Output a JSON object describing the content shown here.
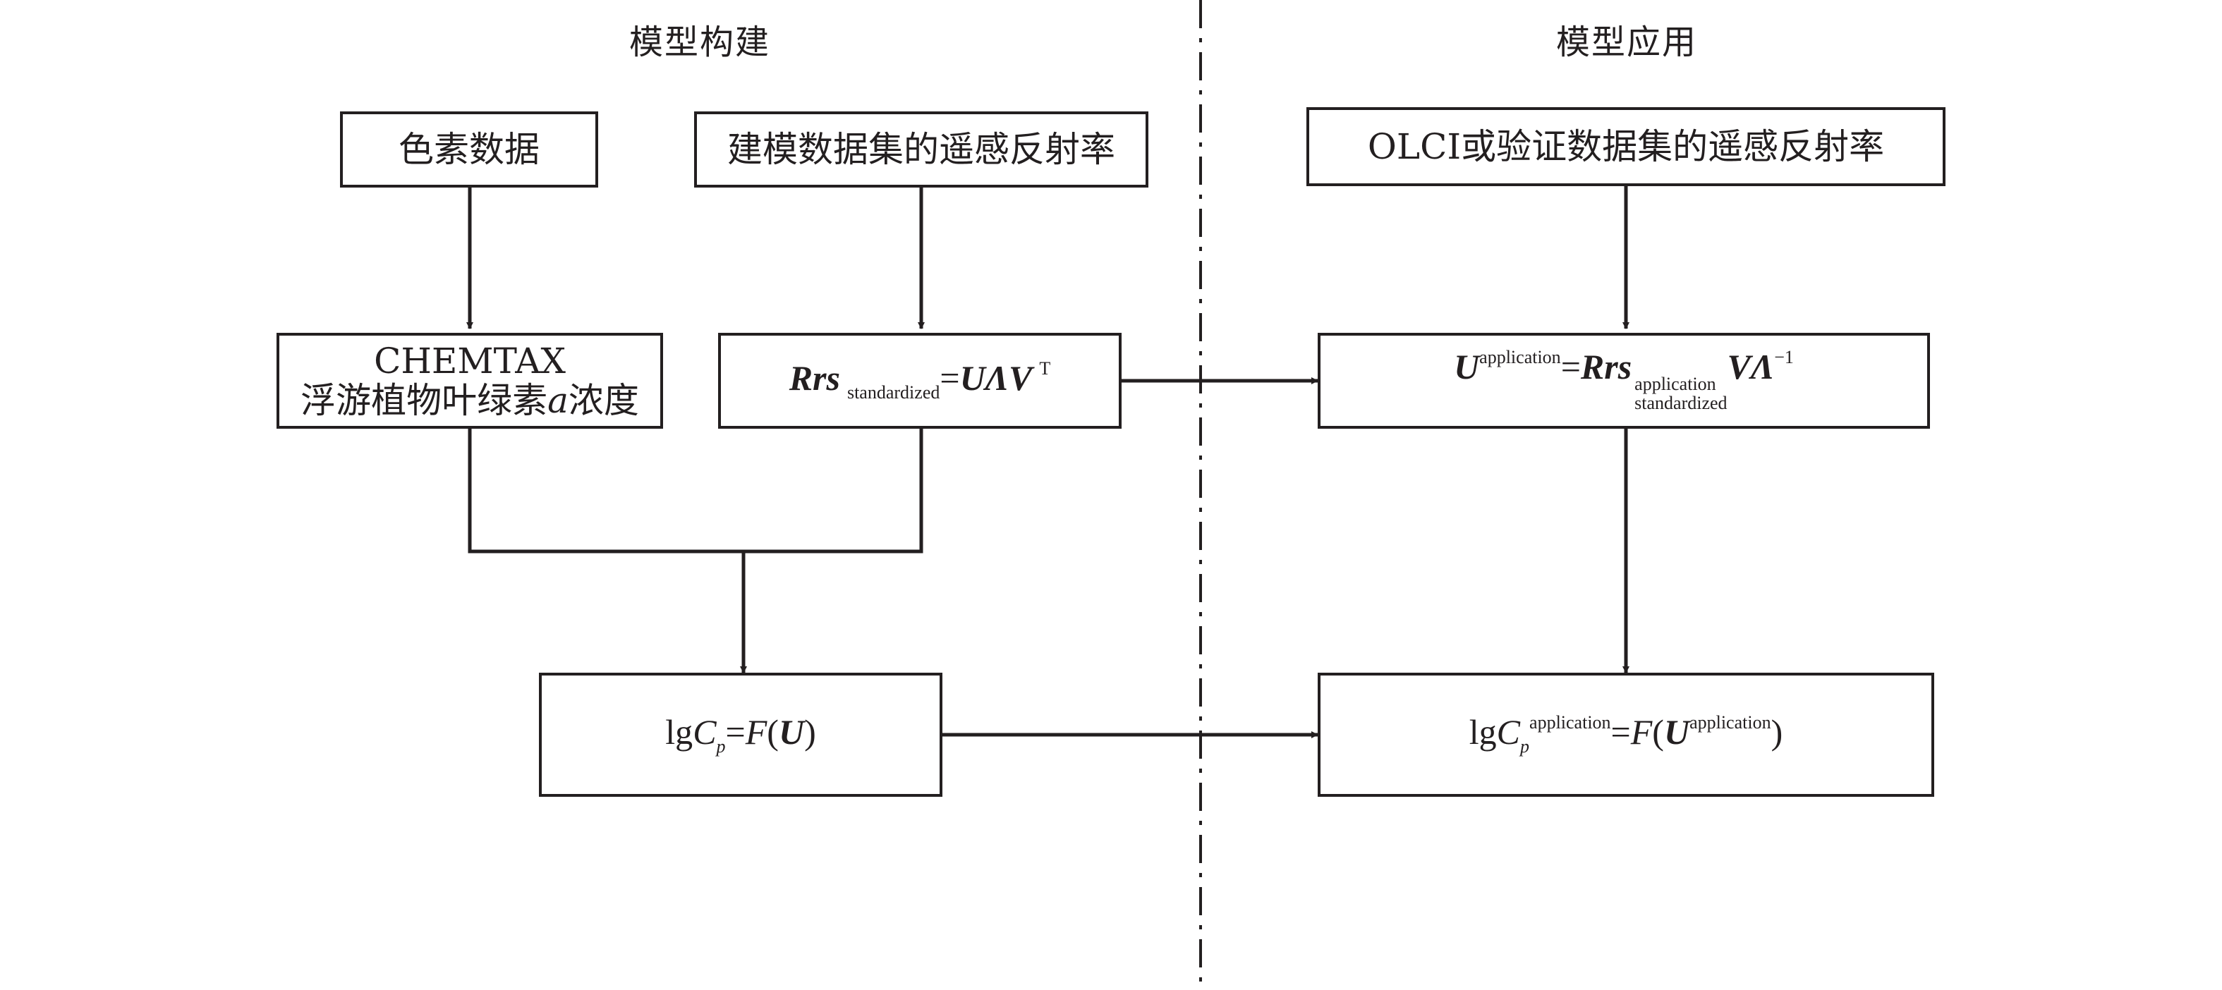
{
  "sections": {
    "left_title": "模型构建",
    "right_title": "模型应用"
  },
  "nodes": {
    "pigment": {
      "label": "色素数据"
    },
    "modeling_rrs": {
      "label": "建模数据集的遥感反射率"
    },
    "olci_rrs": {
      "label": "OLCI或验证数据集的遥感反射率"
    },
    "chemtax": {
      "line1": "CHEMTAX",
      "line2_prefix": "浮游植物叶绿素",
      "line2_var": "a",
      "line2_suffix": "浓度"
    },
    "svd": {
      "rrs": "Rrs",
      "sub": "standardized",
      "eq": "=",
      "u": "U",
      "lambda": "Λ",
      "v": "V",
      "sup": "T"
    },
    "u_application": {
      "u": "U",
      "sup": "application",
      "eq": "=",
      "rrs": "Rrs",
      "stack_top": "application",
      "stack_bottom": "standardized",
      "v": "V",
      "lambda": "Λ",
      "inv": "−1"
    },
    "lgcp": {
      "lg": "lg",
      "c": "C",
      "p": "p",
      "eq": "=",
      "f": "F",
      "lp": "(",
      "u": "U",
      "rp": ")"
    },
    "lgcp_application": {
      "lg": "lg",
      "c": "C",
      "p": "p",
      "sup": "application",
      "eq": "=",
      "f": "F",
      "lp": "(",
      "u": "U",
      "u_sup": "application",
      "rp": ")"
    }
  },
  "colors": {
    "ink": "#231f20",
    "background": "#ffffff"
  }
}
